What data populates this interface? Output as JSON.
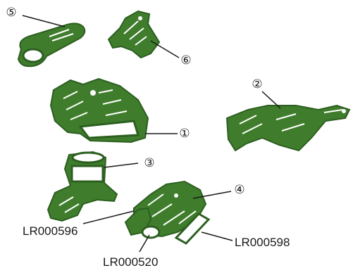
{
  "callouts": [
    {
      "id": "5",
      "text": "⑤"
    },
    {
      "id": "6",
      "text": "⑥"
    },
    {
      "id": "1",
      "text": "①"
    },
    {
      "id": "2",
      "text": "②"
    },
    {
      "id": "3",
      "text": "③"
    },
    {
      "id": "4",
      "text": "④"
    }
  ],
  "part_numbers": [
    {
      "text": "LR000596"
    },
    {
      "text": "LR000520"
    },
    {
      "text": "LR000598"
    }
  ],
  "colors": {
    "part_fill": "#3f7d2c",
    "part_outline": "#2c5f20",
    "leader": "#1a1a1a"
  }
}
